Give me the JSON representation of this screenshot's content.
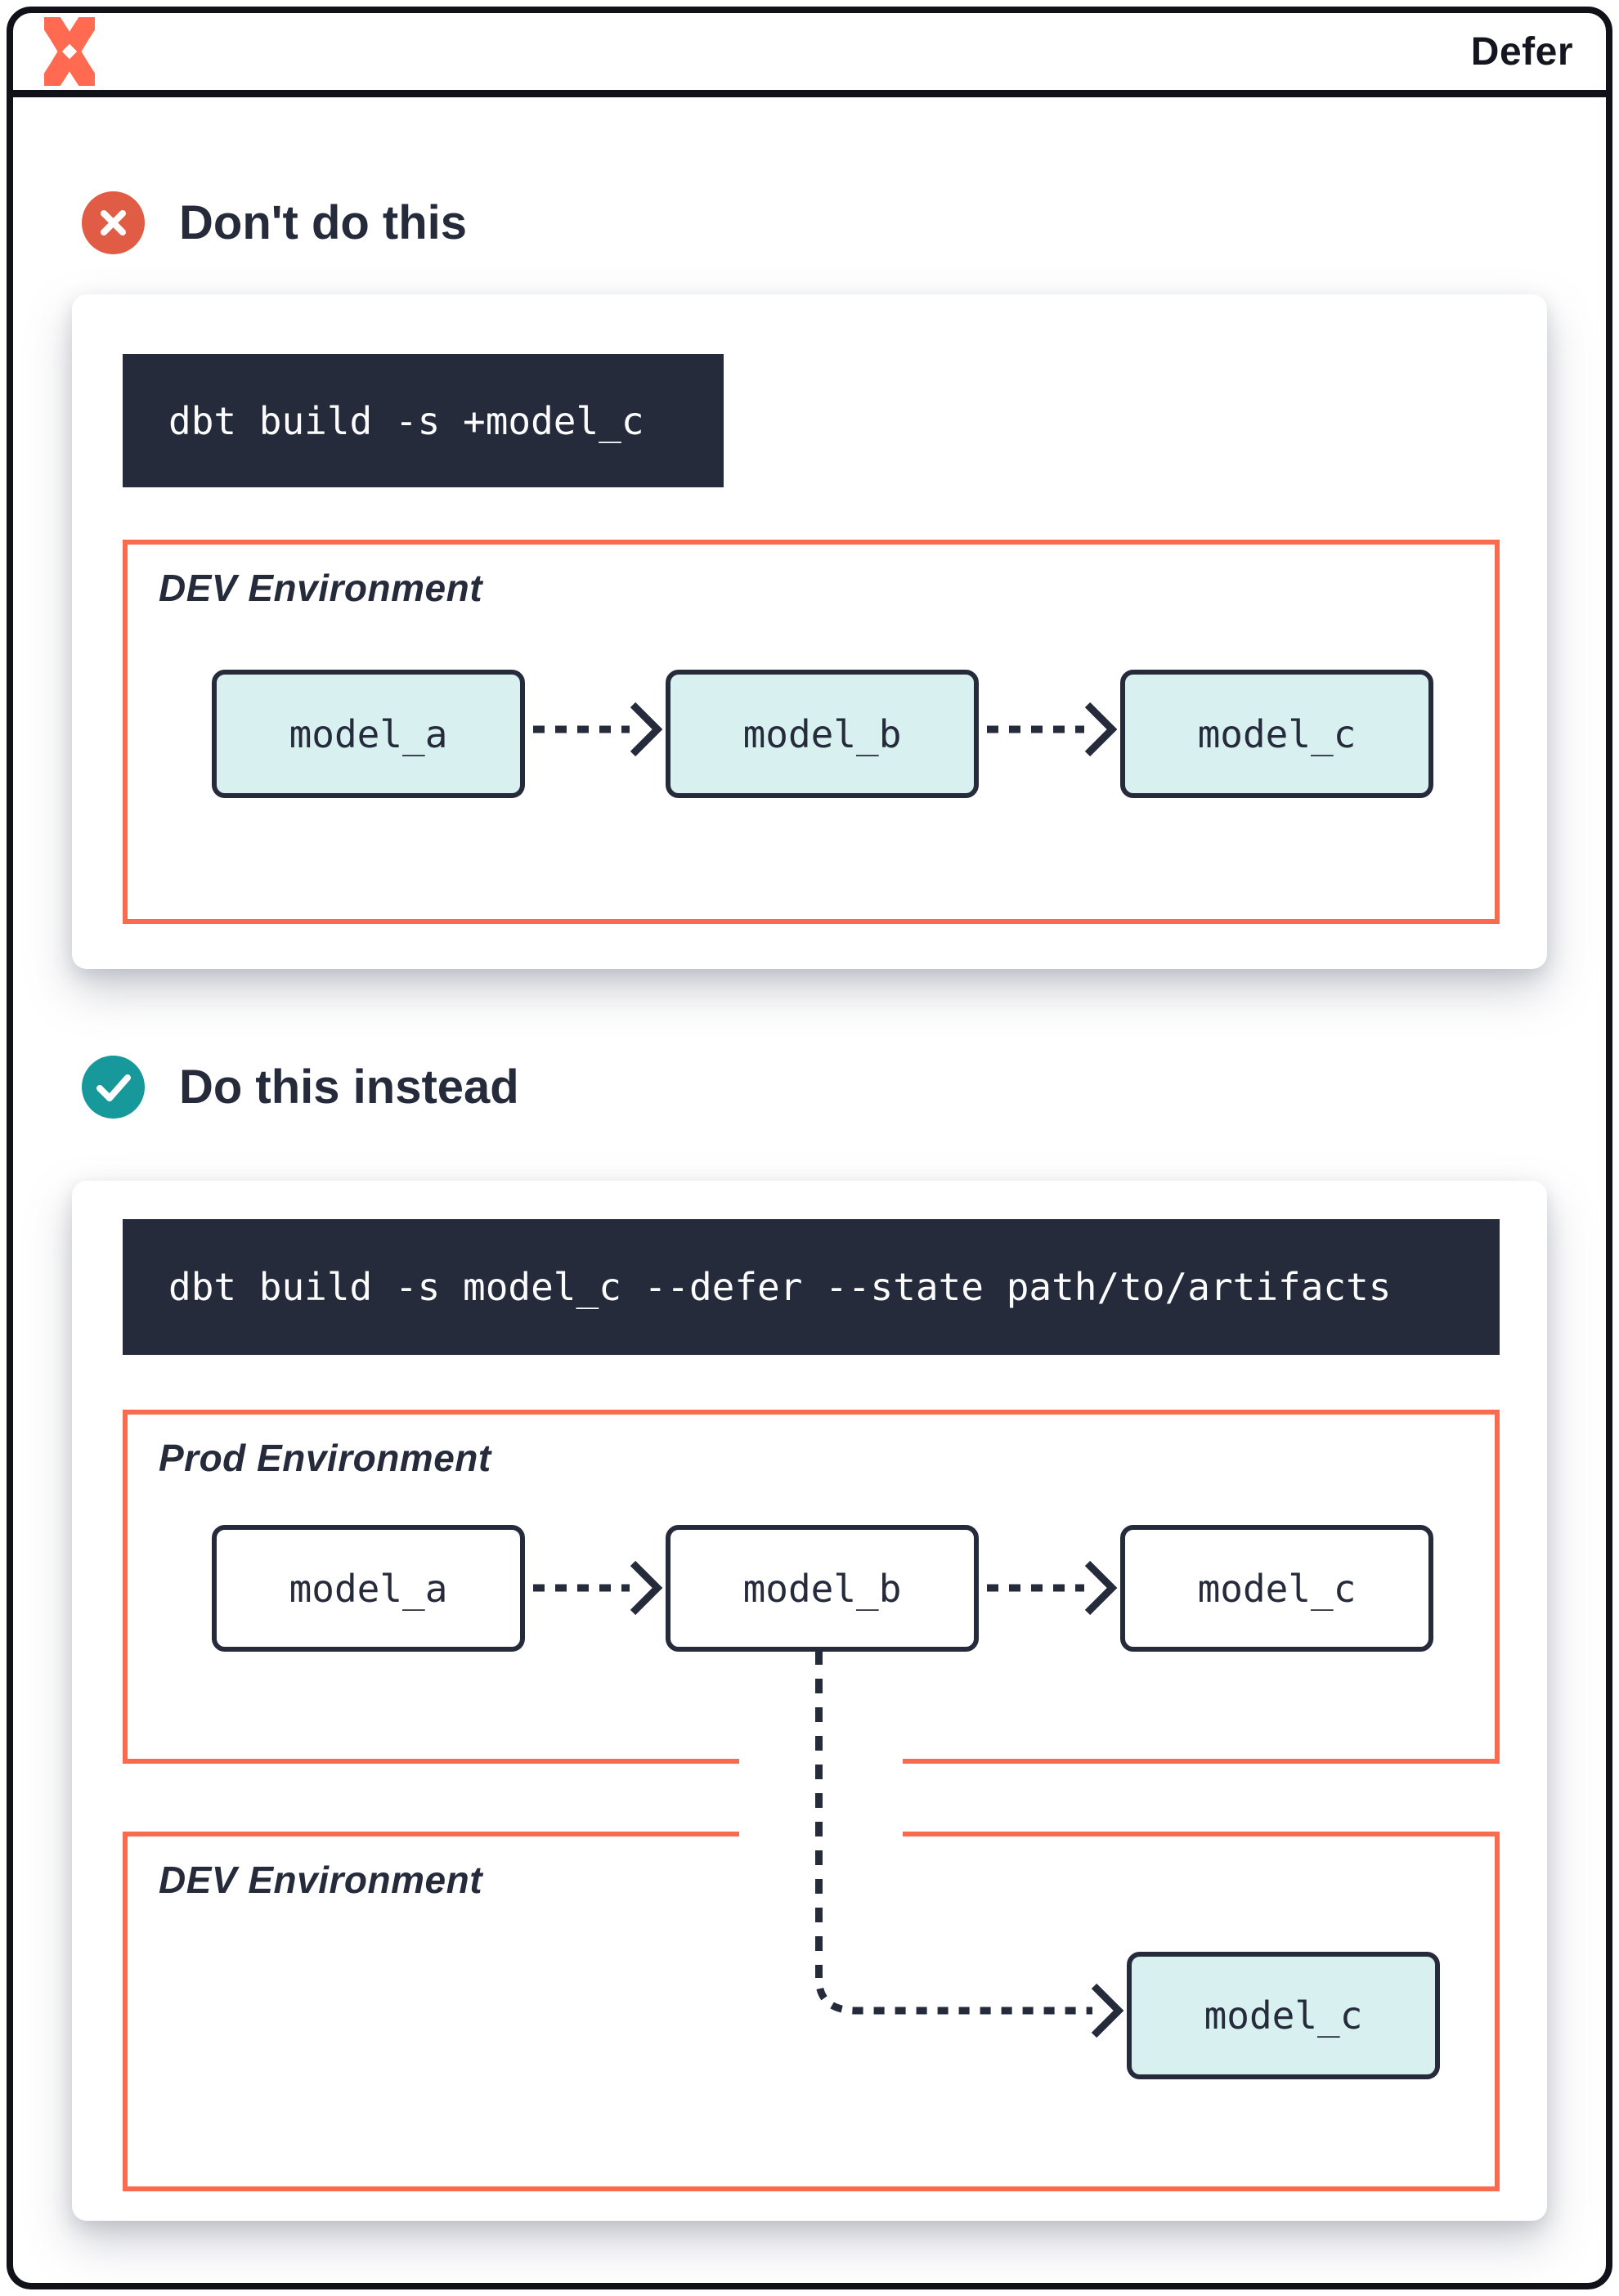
{
  "topbar": {
    "title": "Defer",
    "logo_icon": "dbt-logo"
  },
  "colors": {
    "navy": "#252b3b",
    "orange_border": "#f96a4e",
    "logo_orange": "#ff6a50",
    "error_red": "#e05c45",
    "success_teal": "#17989b",
    "model_teal_fill": "#d9f0f1",
    "code_bg": "#252b3b",
    "window_border": "#101119"
  },
  "dont_section": {
    "heading": "Don't do this",
    "badge_icon": "x-circle",
    "code": "dbt build -s +model_c",
    "env": {
      "label": "DEV Environment",
      "models": [
        "model_a",
        "model_b",
        "model_c"
      ]
    }
  },
  "do_section": {
    "heading": "Do this instead",
    "badge_icon": "check-circle",
    "code": "dbt build -s model_c --defer --state path/to/artifacts",
    "prod_env": {
      "label": "Prod Environment",
      "models": [
        "model_a",
        "model_b",
        "model_c"
      ]
    },
    "dev_env": {
      "label": "DEV Environment",
      "deferred_model": "model_c"
    }
  }
}
